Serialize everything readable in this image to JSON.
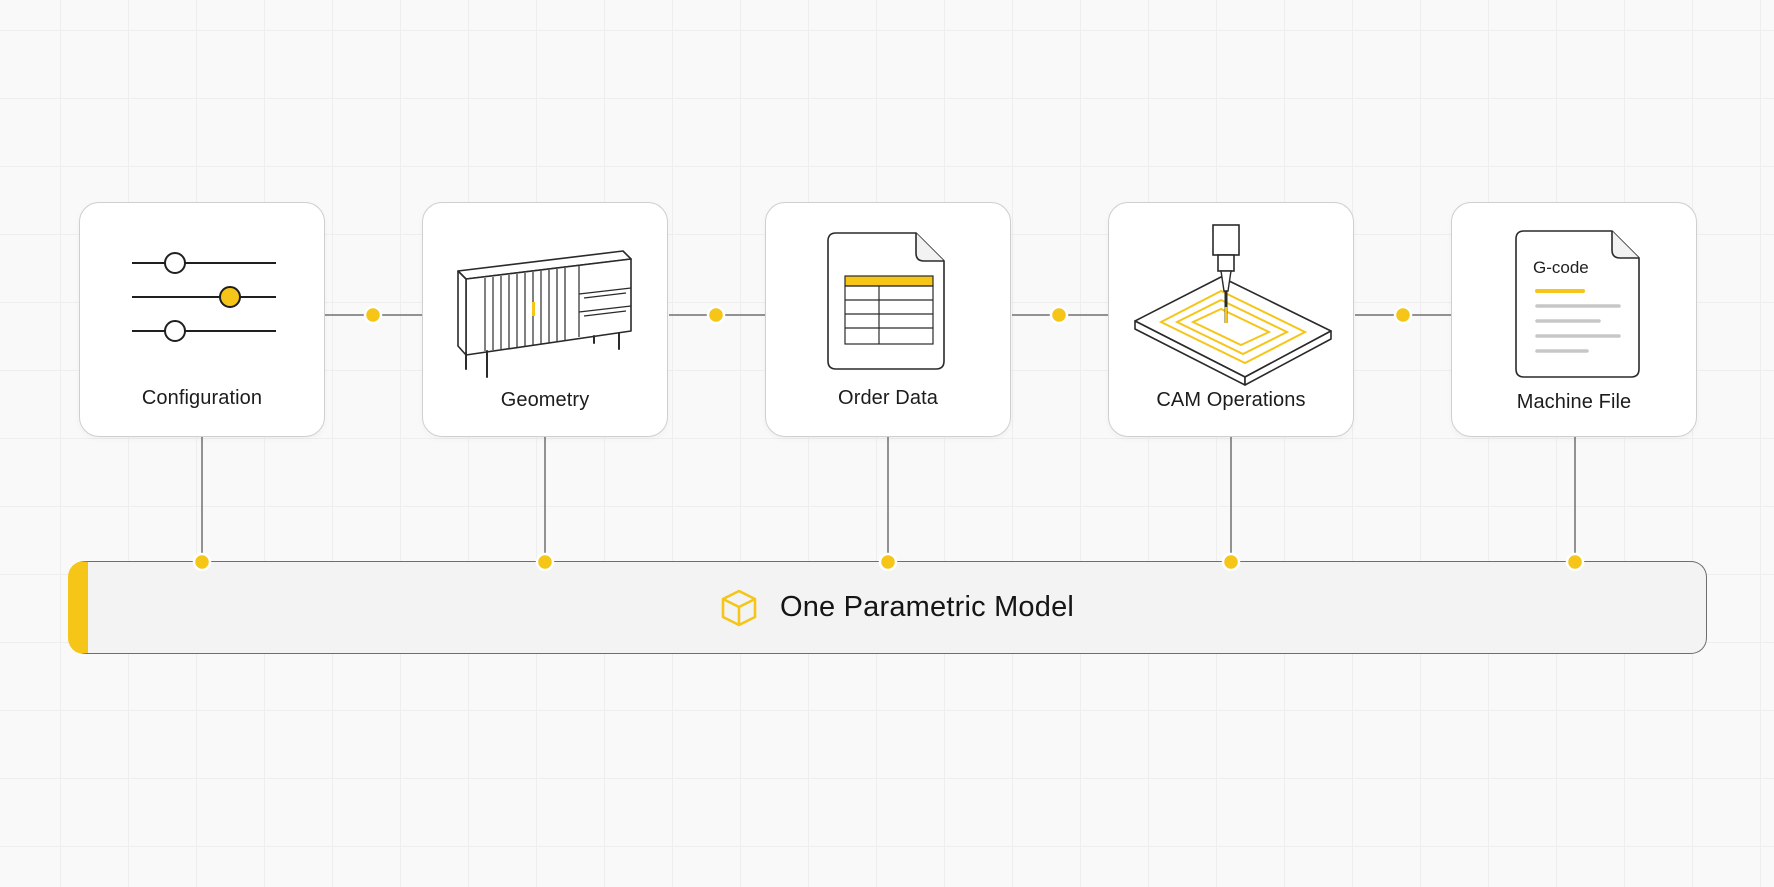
{
  "steps": [
    {
      "label": "Configuration",
      "icon": "sliders-icon"
    },
    {
      "label": "Geometry",
      "icon": "cabinet-icon"
    },
    {
      "label": "Order Data",
      "icon": "spreadsheet-document-icon"
    },
    {
      "label": "CAM Operations",
      "icon": "cnc-spindle-icon"
    },
    {
      "label": "Machine File",
      "icon": "gcode-file-icon"
    }
  ],
  "gcode_text": "G-code",
  "model": {
    "title": "One Parametric Model",
    "icon": "cube-icon"
  },
  "colors": {
    "accent": "#f5c518",
    "line": "#6e6e6e",
    "card_border": "#cfcfcf",
    "bar_fill": "#f3f3f3"
  }
}
